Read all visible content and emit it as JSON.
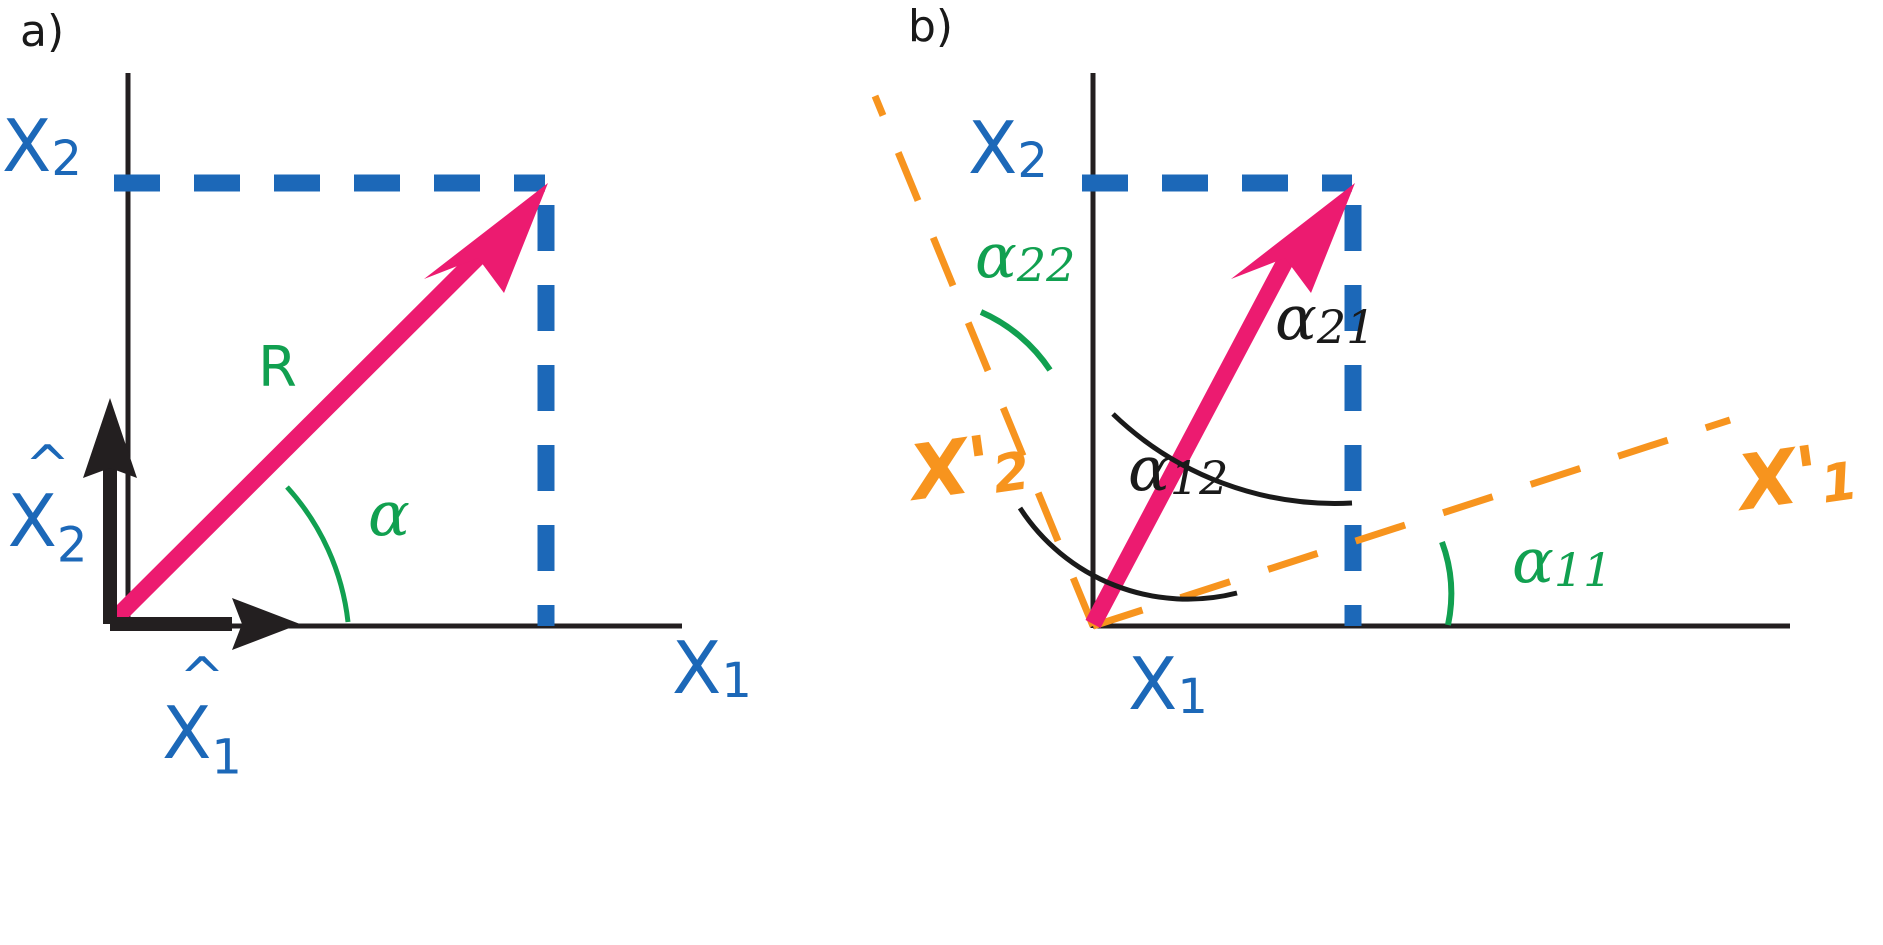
{
  "figure": {
    "type": "vector-decomposition-diagram",
    "background": "#ffffff",
    "colors": {
      "axis": "#231f20",
      "vector": "#ec1b70",
      "projection_dashed": "#1c68b8",
      "axis_label": "#1c68b8",
      "angle_green": "#11a050",
      "angle_black": "#1a1a1a",
      "primed_axis": "#f7941e"
    }
  },
  "panels": [
    {
      "id": "a",
      "letter": "a)",
      "axis_labels": {
        "y": {
          "base": "X",
          "sub": "2"
        },
        "x": {
          "base": "X",
          "sub": "1"
        }
      },
      "unit_vectors": [
        {
          "hat": "^",
          "base": "X",
          "sub": "2",
          "direction": "vertical"
        },
        {
          "hat": "^",
          "base": "X",
          "sub": "1",
          "direction": "horizontal"
        }
      ],
      "vector_label": "R",
      "angle_label": {
        "base": "α",
        "sub": ""
      }
    },
    {
      "id": "b",
      "letter": "b)",
      "axis_labels": {
        "y": {
          "base": "X",
          "sub": "2"
        },
        "x": {
          "base": "X",
          "sub": "1"
        }
      },
      "primed_axis_labels": [
        {
          "base": "X'",
          "sub": "2"
        },
        {
          "base": "X'",
          "sub": "1"
        }
      ],
      "angles": [
        {
          "base": "α",
          "sub": "22",
          "color": "green"
        },
        {
          "base": "α",
          "sub": "21",
          "color": "black"
        },
        {
          "base": "α",
          "sub": "12",
          "color": "black"
        },
        {
          "base": "α",
          "sub": "11",
          "color": "green"
        }
      ]
    }
  ]
}
